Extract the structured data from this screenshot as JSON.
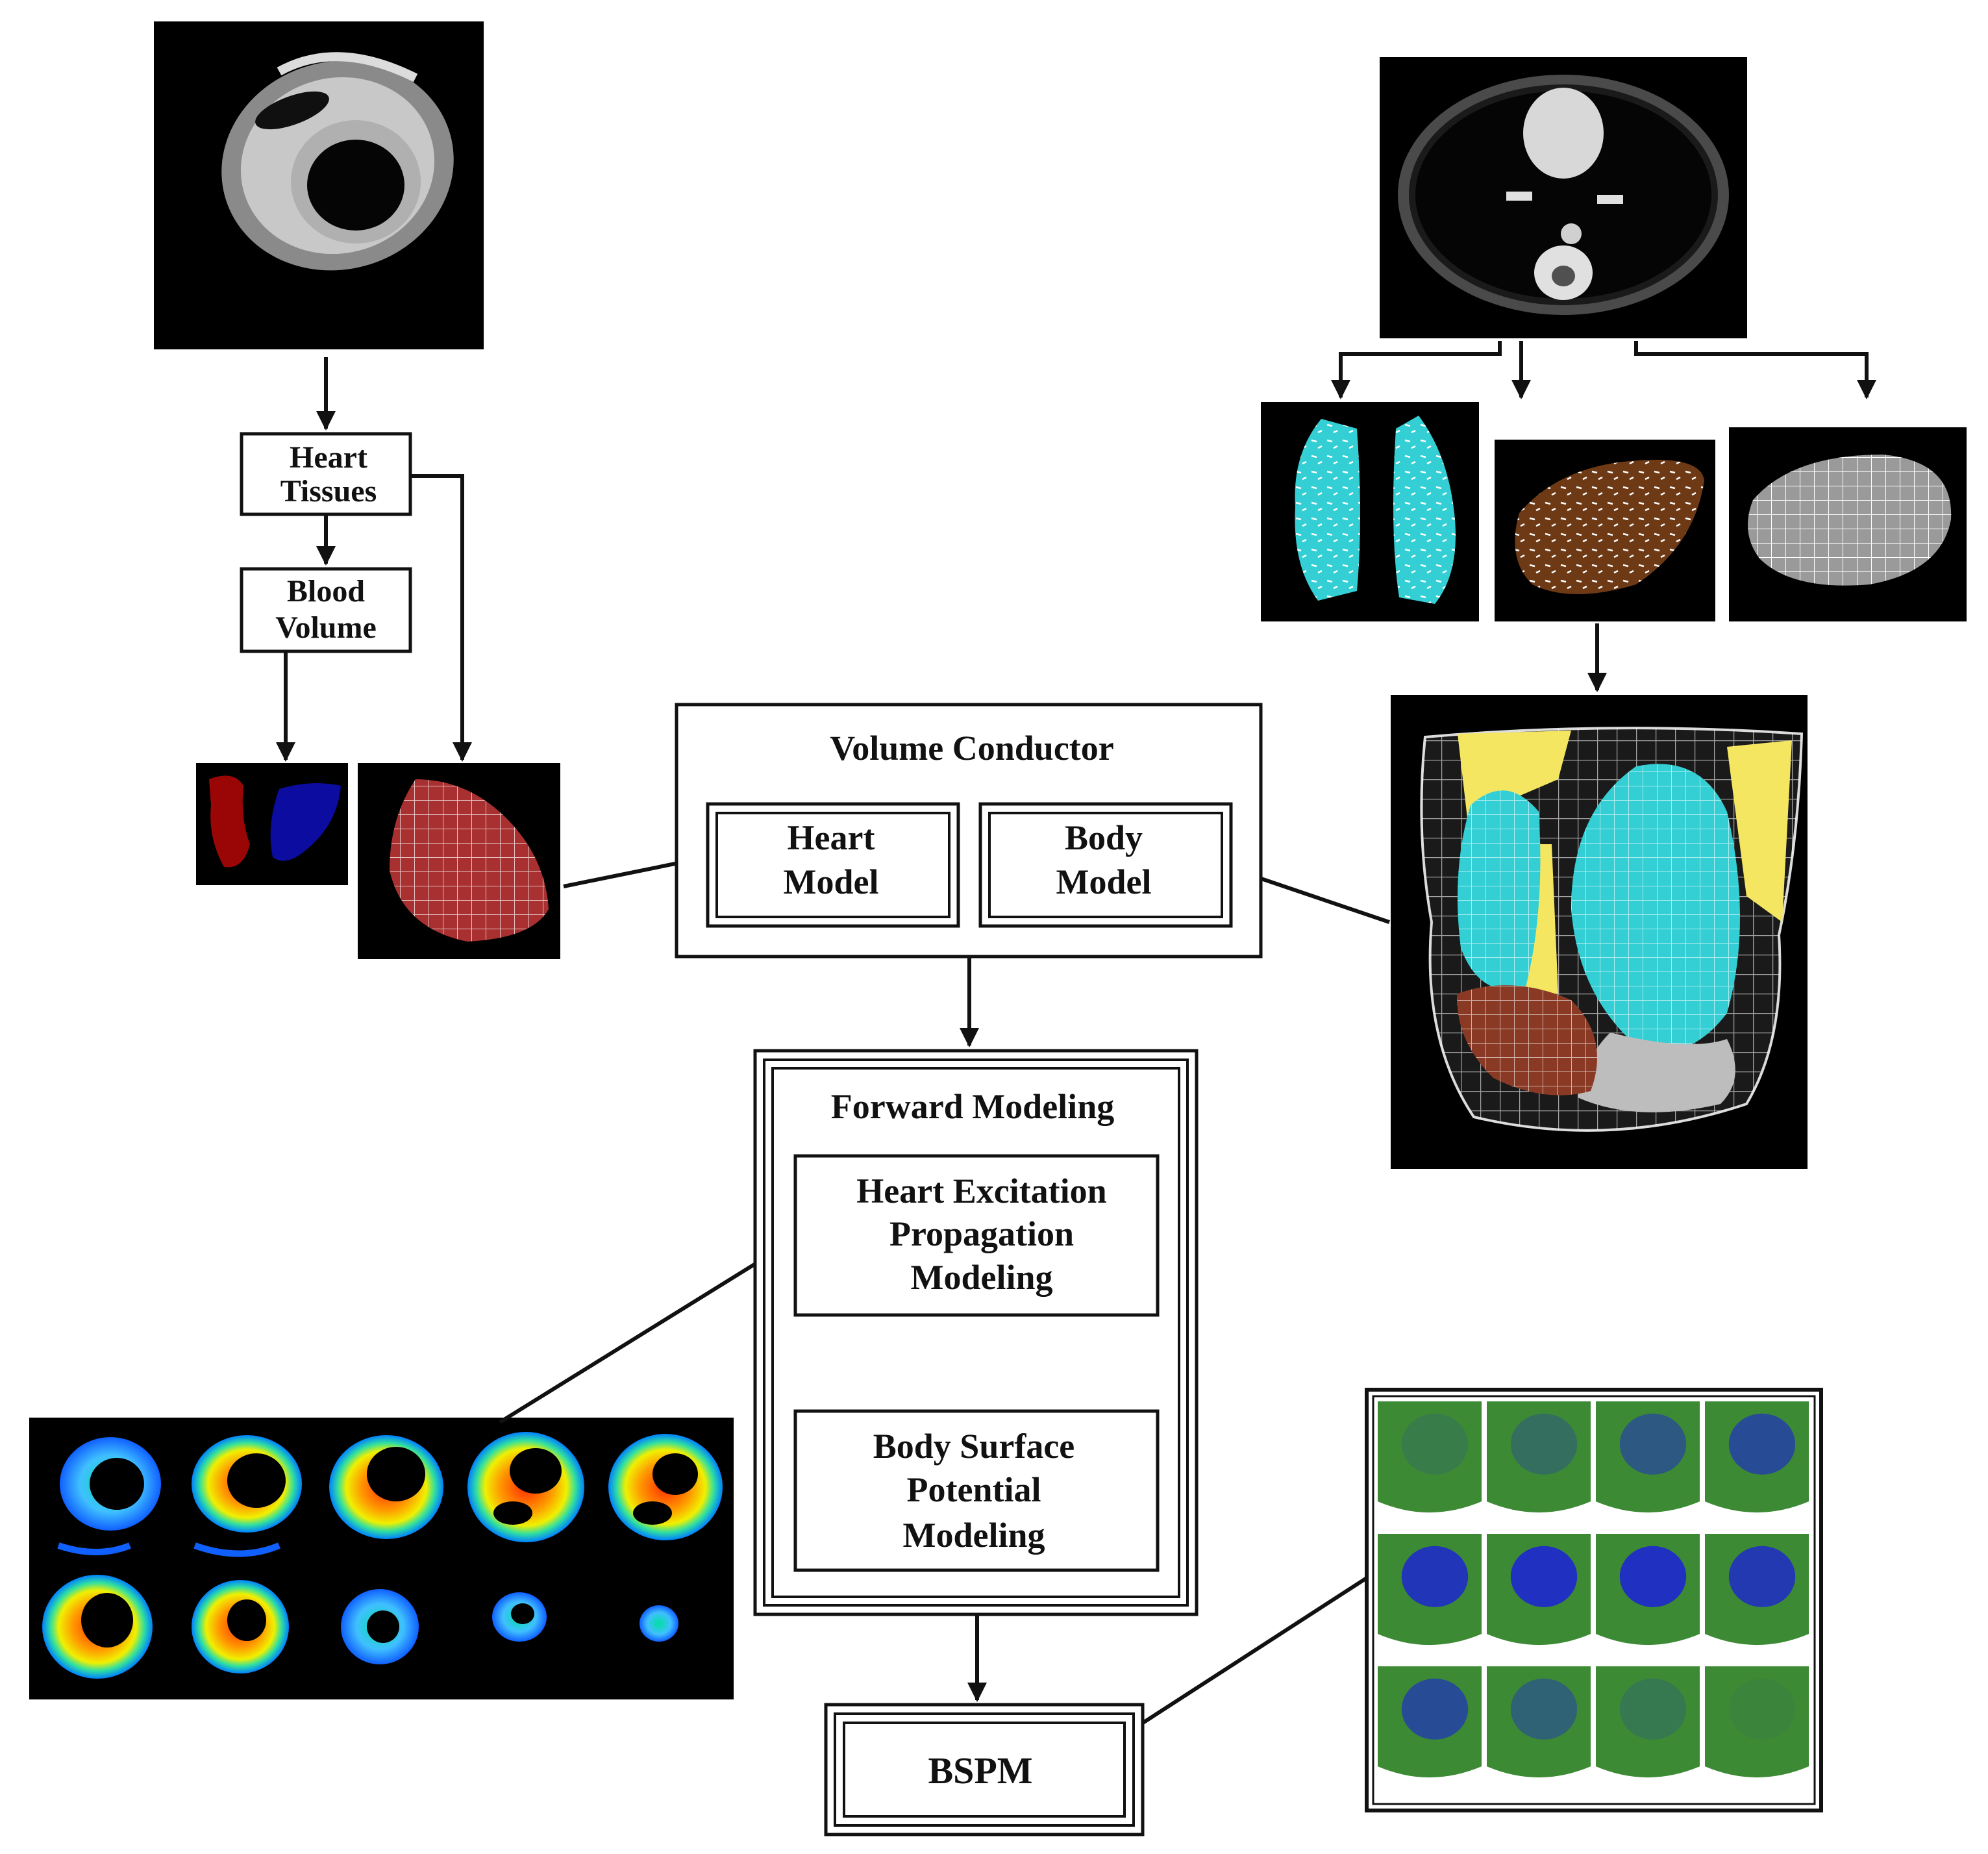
{
  "nodes": {
    "heart_tissues": [
      "Heart",
      "Tissues"
    ],
    "blood_volume": [
      "Blood",
      "Volume"
    ],
    "volume_conductor": "Volume  Conductor",
    "heart_model": [
      "Heart",
      "Model"
    ],
    "body_model": [
      "Body",
      "Model"
    ],
    "forward_modeling": "Forward  Modeling",
    "heart_excitation": [
      "Heart Excitation",
      "Propagation",
      "Modeling"
    ],
    "body_surface": [
      "Body Surface",
      "Potential",
      "Modeling"
    ],
    "bspm": "BSPM"
  },
  "images": {
    "heart_mri": "heart-mri-slice",
    "chest_ct": "chest-ct-slice",
    "lungs_mesh": "lungs-mesh",
    "liver_mesh": "heart-region-mesh",
    "torso_mesh": "torso-mesh",
    "ventricles": "segmented-ventricles",
    "heart_mesh": "heart-mesh",
    "torso_model": "torso-volume-model",
    "excitation_maps": "excitation-slices",
    "bspm_maps": "bspm-maps"
  },
  "colors": {
    "lung": "#33cfd4",
    "liver": "#6e3a16",
    "heart_mesh": "#a83030",
    "blood_red": "#9a0606",
    "blood_blue": "#0c0ca0",
    "fat": "#f5e662",
    "bspm_green": "#3d8a35",
    "bspm_blue": "#2030c0"
  }
}
